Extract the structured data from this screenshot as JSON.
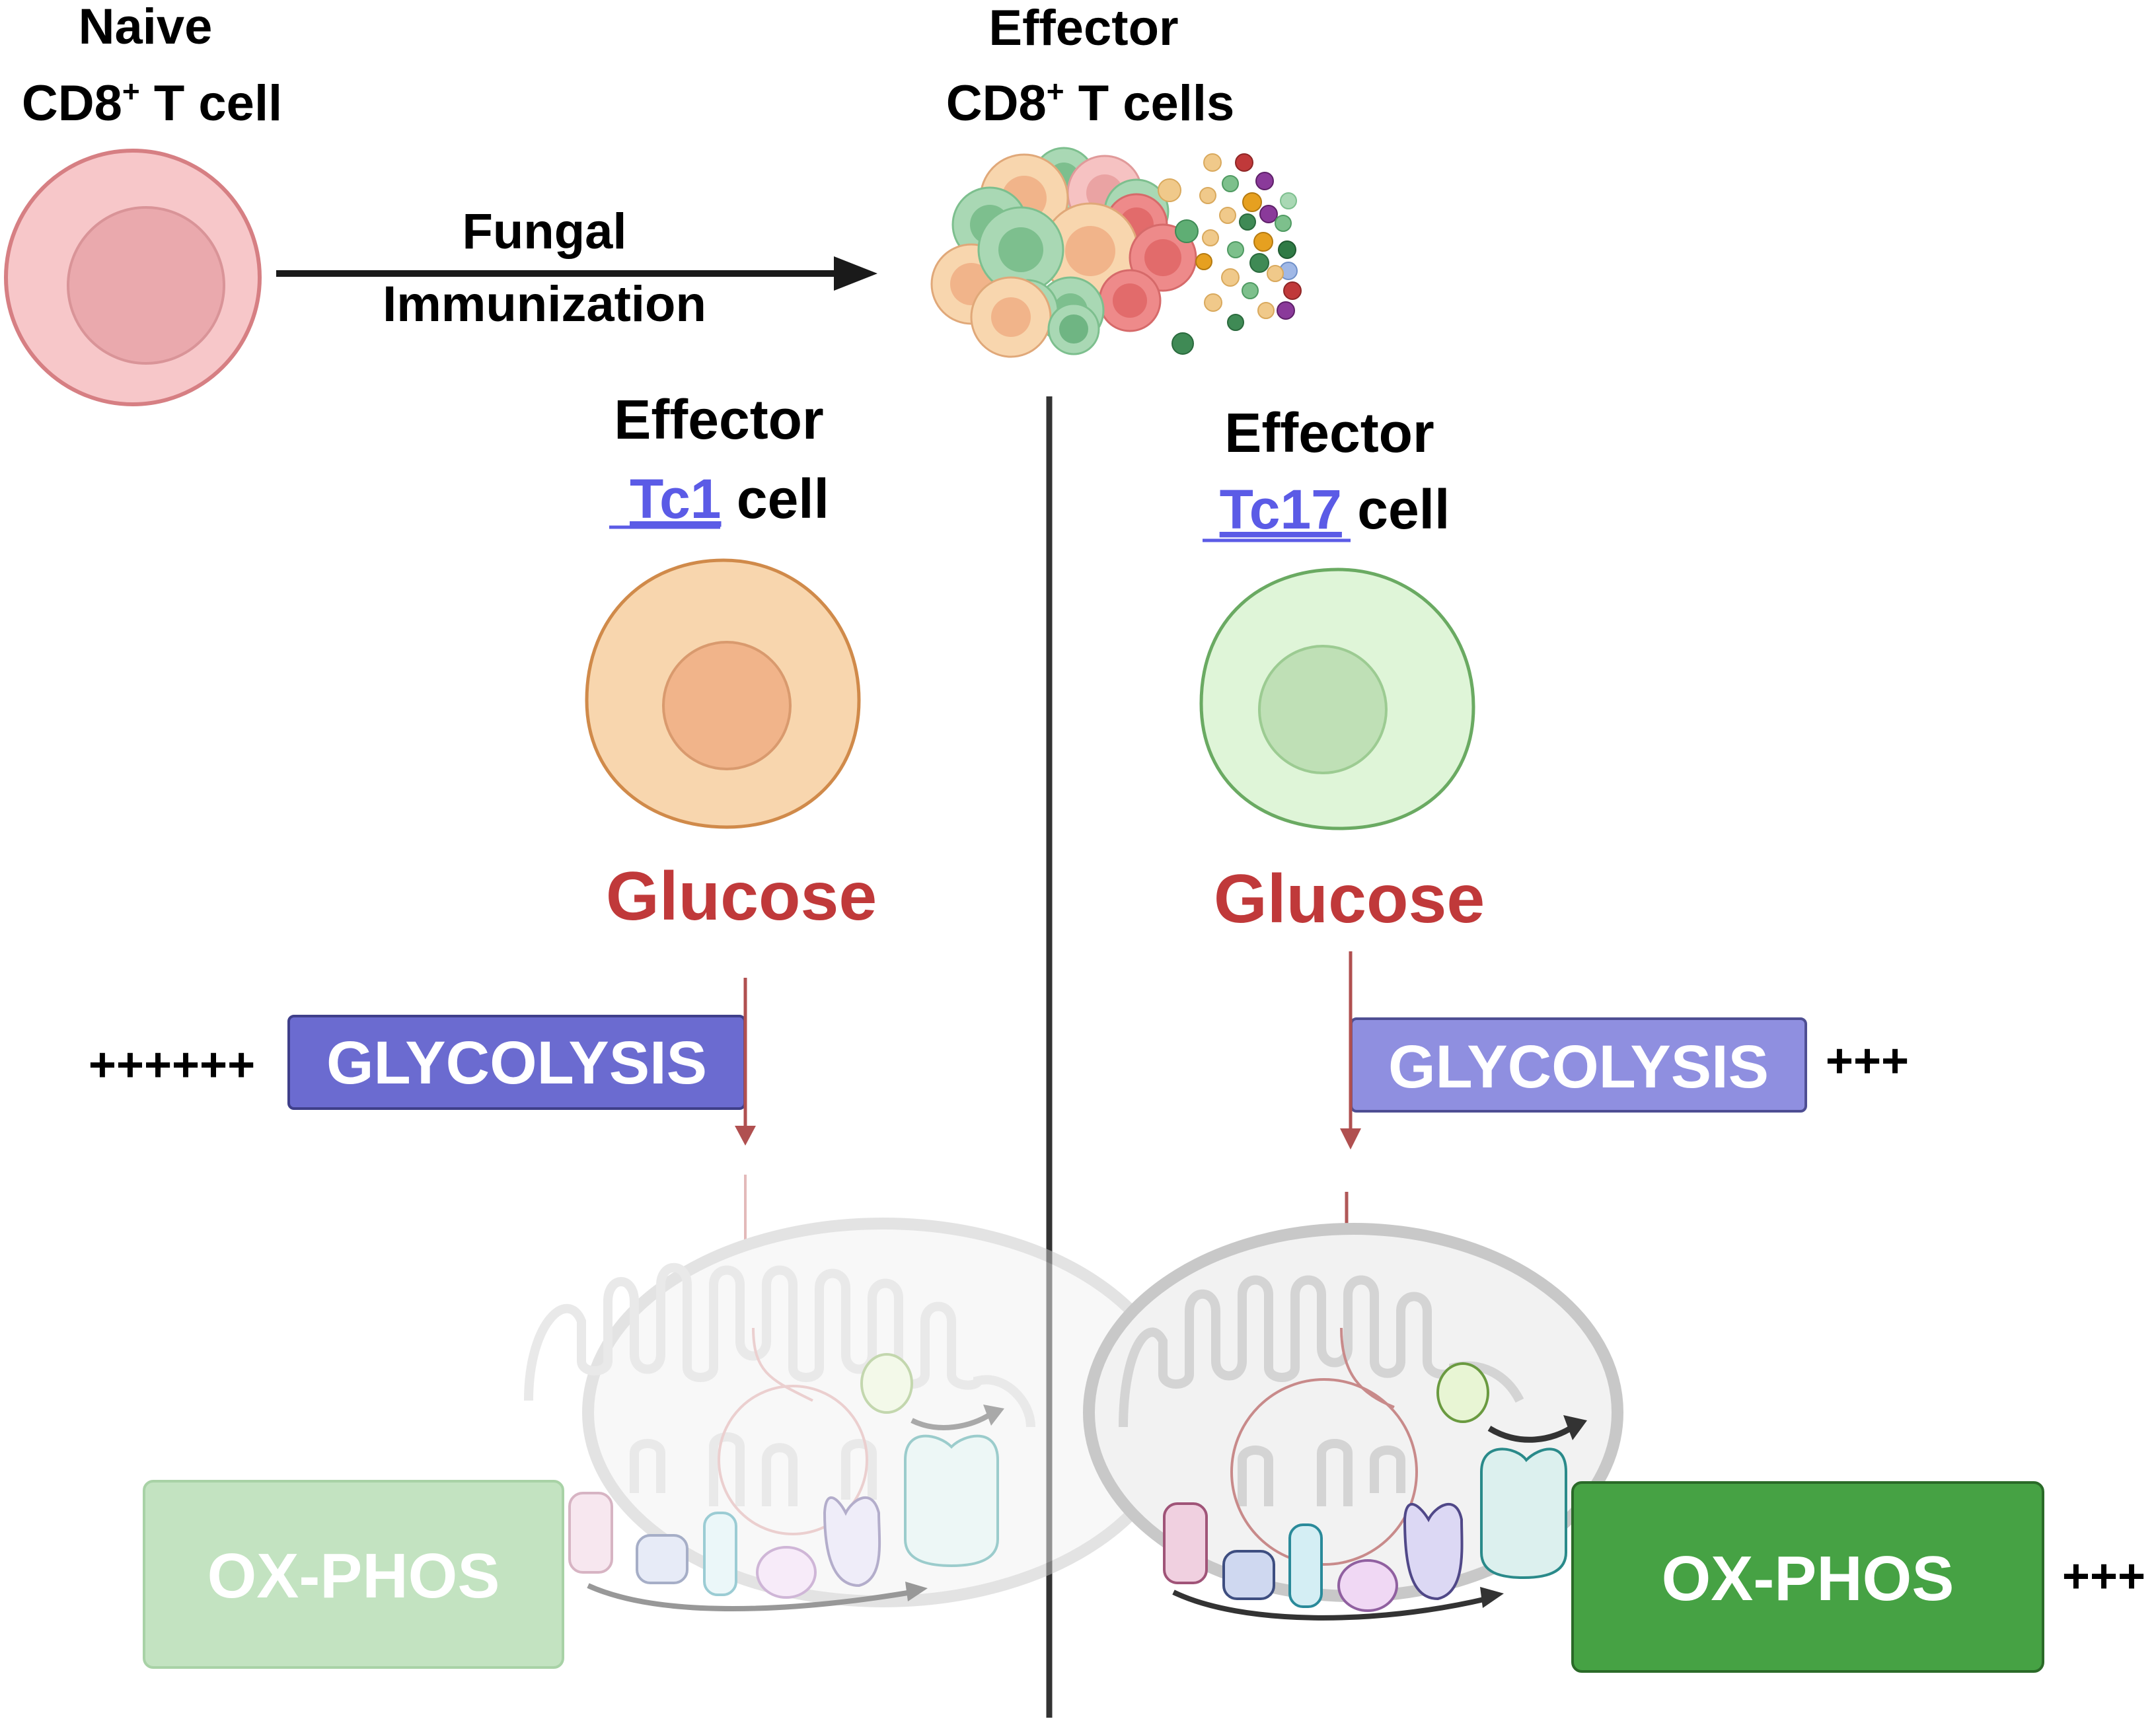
{
  "naive": {
    "line1": "Naive",
    "line2_main": "CD8",
    "line2_sup": "+",
    "line2_tail": " T cell"
  },
  "effector_top": {
    "line1": "Effector",
    "line2_main": "CD8",
    "line2_sup": "+",
    "line2_tail": " T cells"
  },
  "immunization": {
    "line1": "Fungal",
    "line2": "Immunization"
  },
  "tc1": {
    "title": "Effector",
    "subtype": "Tc1",
    "cell_word": " cell",
    "glucose": "Glucose",
    "glycolysis": "GLYCOLYSIS",
    "glycolysis_level": "++++++",
    "oxphos": "OX-PHOS"
  },
  "tc17": {
    "title": "Effector",
    "subtype": "Tc17",
    "cell_word": " cell",
    "glucose": "Glucose",
    "glycolysis": "GLYCOLYSIS",
    "glycolysis_level": "+++",
    "oxphos": "OX-PHOS",
    "oxphos_level": "+++"
  },
  "colors": {
    "naive_cell": "#f7c7c9",
    "tc1_cell": "#f8d6ae",
    "tc17_cell": "#dff5d8",
    "glucose": "#c0393a",
    "glycolysis_strong": "#6b6bd0",
    "glycolysis_weak": "#8f8fe0",
    "oxphos_strong": "#46a244",
    "oxphos_weak": "#c3e3c1",
    "link": "#5b5be6"
  }
}
